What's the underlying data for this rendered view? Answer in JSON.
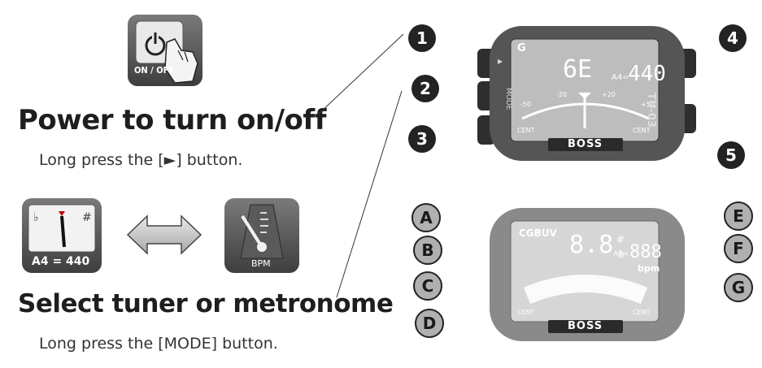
{
  "power": {
    "icon_label": "ON / OFF",
    "heading": "Power to turn on/off",
    "instruction": "Long press the [►] button."
  },
  "mode": {
    "tuner_sharp": "#",
    "tuner_flat": "♭",
    "tuner_label": "A4 = 440",
    "metronome_label": "BPM",
    "heading": "Select tuner or metronome",
    "instruction": "Long press the [MODE] button."
  },
  "device": {
    "brand": "BOSS",
    "model": "TU-03",
    "mode_button": "MODE",
    "play_symbol": "▸",
    "tuner_screen": {
      "string": "G",
      "note": "6E",
      "a4_label": "A4=",
      "a4_value": "440",
      "scale_left": "-20",
      "scale_right": "+20",
      "scale_far_left": "-50",
      "scale_far_right": "+50",
      "cent": "CENT"
    },
    "detail_screen": {
      "tunings": "CGBUV",
      "note": "8.8",
      "sharp": "#",
      "flat": "b",
      "a4_label": "A4=",
      "a4_value": "888",
      "bpm": "bpm",
      "cent": "CENT"
    }
  },
  "callouts_numbered": [
    "1",
    "2",
    "3",
    "4",
    "5"
  ],
  "callouts_lettered": [
    "A",
    "B",
    "C",
    "D",
    "E",
    "F",
    "G"
  ]
}
